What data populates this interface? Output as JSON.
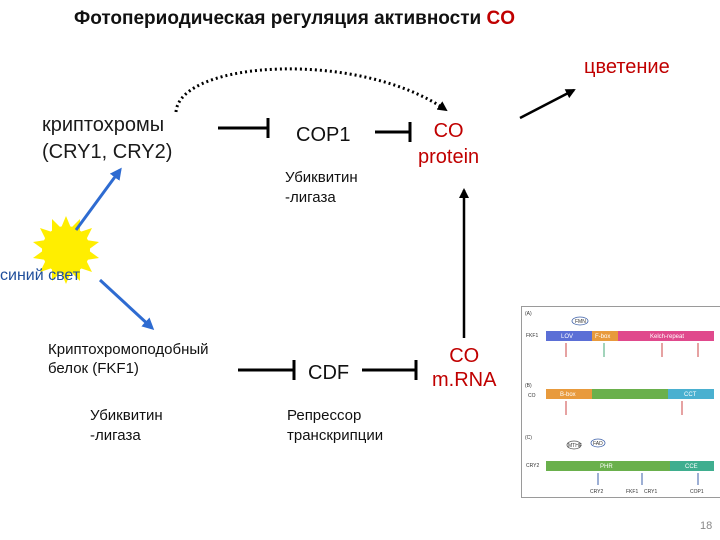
{
  "title": {
    "main": "Фотопериодическая регуляция активности ",
    "co": "CO"
  },
  "flowering": "цветение",
  "cryptochromes": {
    "line1": "криптохромы",
    "line2": "(CRY1, CRY2)"
  },
  "cop1": {
    "name": "COP1",
    "ligase_line1": "Убиквитин",
    "ligase_line2": "-лигаза"
  },
  "co_protein": {
    "line1": "CO",
    "line2": "protein"
  },
  "blue_light": "синий свет",
  "fkf1": {
    "line1": "Криптохромоподобный",
    "line2": "белок (FKF1)",
    "ligase_line1": "Убиквитин",
    "ligase_line2": "-лигаза"
  },
  "cdf": {
    "name": "CDF",
    "role_line1": "Репрессор",
    "role_line2": "транскрипции"
  },
  "co_mrna": {
    "line1": "CO",
    "line2": "m.RNA"
  },
  "page_number": "18",
  "inset": {
    "panel_labels": [
      "(A)",
      "(B)",
      "(C)"
    ],
    "row_labels": [
      "FKF1",
      "CO",
      "CRY2"
    ],
    "domains_fkf1": [
      "LOV",
      "F-box",
      "Kelch-repeat"
    ],
    "domains_co": [
      "B-box",
      "CCT"
    ],
    "domains_cry2": [
      "PHR",
      "CCE"
    ],
    "chips_a": [
      "FMN"
    ],
    "chips_c": [
      "FAD",
      "MTHF"
    ],
    "bottom_labels": [
      "CRY2",
      "FKF1",
      "CRY1",
      "COP1"
    ]
  },
  "colors": {
    "text": "#111111",
    "accent_red": "#c00000",
    "blue_arrow": "#2e6bd1",
    "sun": "#ffee00",
    "inhibition": "#000000",
    "dotted_arrow": "#000000"
  }
}
